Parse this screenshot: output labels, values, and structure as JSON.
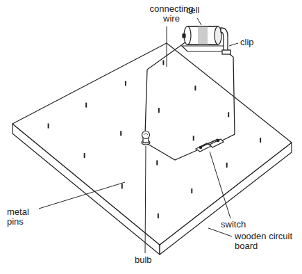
{
  "diagram": {
    "labels": [
      "connecting wire",
      "cell",
      "clip",
      "metal pins",
      "switch",
      "bulb",
      "wooden circuit board"
    ]
  }
}
